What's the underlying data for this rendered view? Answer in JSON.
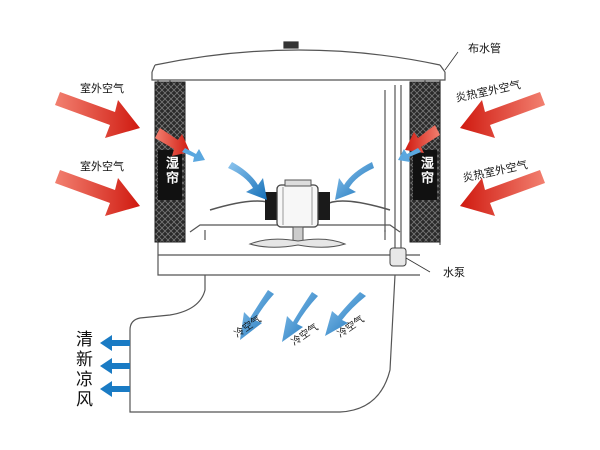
{
  "labels": {
    "outside_air": "室外空气",
    "hot_outside_air": "炎热室外空气",
    "water_pipe": "布水管",
    "water_pump": "水泵",
    "wet_curtain": "湿帘",
    "cold_air": "冷空气"
  },
  "outlet_text": [
    "清",
    "新",
    "凉",
    "风"
  ],
  "colors": {
    "hot_arrow": "#d9261c",
    "cold_arrow": "#1a7bc4",
    "pad_dark": "#1a1a1a",
    "line": "#666666"
  },
  "icons": [
    "red-arrow-icon",
    "blue-arrow-icon",
    "fan-motor-icon",
    "water-pump-icon"
  ]
}
